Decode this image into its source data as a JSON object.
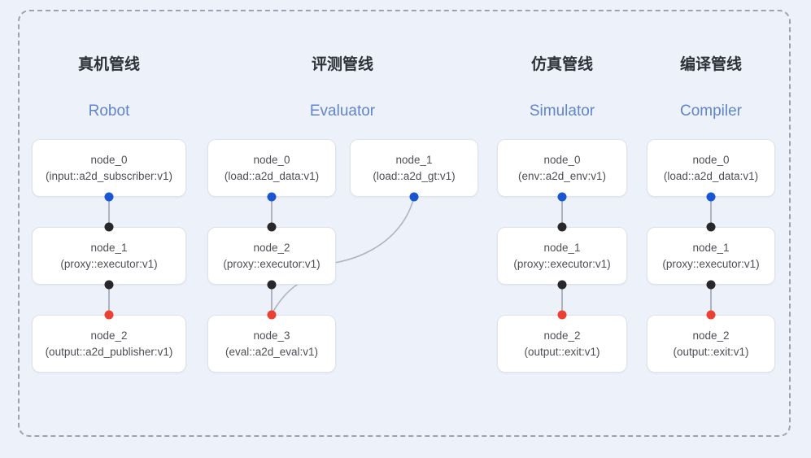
{
  "diagram": {
    "title_visible": false,
    "background_color": "#edf1fa",
    "panel_border_color": "#9ba3b3",
    "colors": {
      "port_blue": "#1a56d4",
      "port_black": "#28282b",
      "port_red": "#ea4132",
      "edge": "#aeb4bf",
      "node_text": "#4c4f55",
      "column_title": "#2e3238",
      "column_subtitle": "#6185c9"
    }
  },
  "columns": [
    {
      "title_cn": "真机管线",
      "title_en": "Robot",
      "nodes": [
        {
          "name": "node_0",
          "type": "(input::a2d_subscriber:v1)"
        },
        {
          "name": "node_1",
          "type": "(proxy::executor:v1)"
        },
        {
          "name": "node_2",
          "type": "(output::a2d_publisher:v1)"
        }
      ]
    },
    {
      "title_cn": "评测管线",
      "title_en": "Evaluator",
      "nodes": [
        {
          "name": "node_0",
          "type": "(load::a2d_data:v1)"
        },
        {
          "name": "node_1",
          "type": "(load::a2d_gt:v1)"
        },
        {
          "name": "node_2",
          "type": "(proxy::executor:v1)"
        },
        {
          "name": "node_3",
          "type": "(eval::a2d_eval:v1)"
        }
      ]
    },
    {
      "title_cn": "仿真管线",
      "title_en": "Simulator",
      "nodes": [
        {
          "name": "node_0",
          "type": "(env::a2d_env:v1)"
        },
        {
          "name": "node_1",
          "type": "(proxy::executor:v1)"
        },
        {
          "name": "node_2",
          "type": "(output::exit:v1)"
        }
      ]
    },
    {
      "title_cn": "编译管线",
      "title_en": "Compiler",
      "nodes": [
        {
          "name": "node_0",
          "type": "(load::a2d_data:v1)"
        },
        {
          "name": "node_1",
          "type": "(proxy::executor:v1)"
        },
        {
          "name": "node_2",
          "type": "(output::exit:v1)"
        }
      ]
    }
  ]
}
